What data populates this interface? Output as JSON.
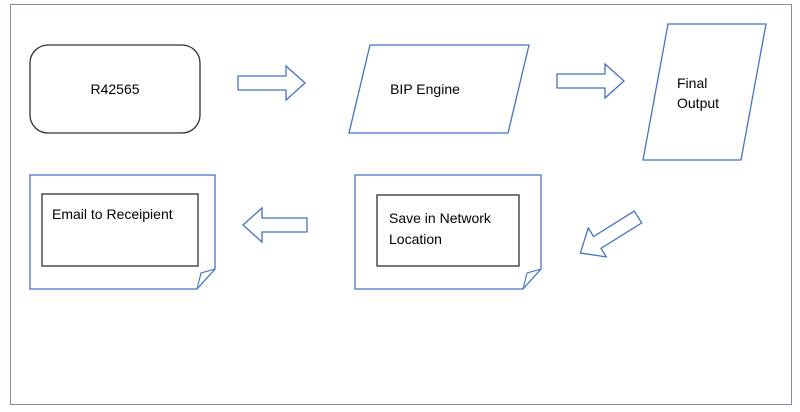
{
  "diagram": {
    "nodes": [
      {
        "id": "source",
        "shape": "rounded-rectangle",
        "lines": [
          "R42565"
        ]
      },
      {
        "id": "bip-engine",
        "shape": "parallelogram",
        "lines": [
          "BIP Engine"
        ]
      },
      {
        "id": "final-output",
        "shape": "parallelogram",
        "lines": [
          "Final",
          "Output"
        ]
      },
      {
        "id": "save-network",
        "shape": "document",
        "lines": [
          "Save in Network",
          "Location"
        ]
      },
      {
        "id": "email",
        "shape": "document",
        "lines": [
          "Email to Receipient"
        ]
      }
    ],
    "edges": [
      {
        "from": "source",
        "to": "bip-engine",
        "direction": "right"
      },
      {
        "from": "bip-engine",
        "to": "final-output",
        "direction": "right"
      },
      {
        "from": "final-output",
        "to": "save-network",
        "direction": "down-left"
      },
      {
        "from": "save-network",
        "to": "email",
        "direction": "left"
      }
    ]
  },
  "colors": {
    "frame": "#7e8ea7",
    "shape_blue": "#4472c4",
    "shape_dark": "#303030",
    "text": "#000000"
  }
}
